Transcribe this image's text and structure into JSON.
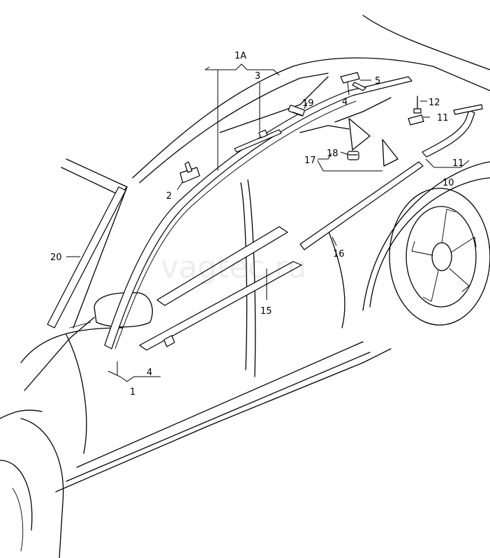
{
  "watermark": "vagtec.ru",
  "labels": {
    "l1a": "1A",
    "l3": "3",
    "l5": "5",
    "l4_top": "4",
    "l19": "19",
    "l12": "12",
    "l11_top": "11",
    "l11_right": "11",
    "l10": "10",
    "l18": "18",
    "l17": "17",
    "l2": "2",
    "l16": "16",
    "l20": "20",
    "l15": "15",
    "l4_bottom": "4",
    "l1": "1"
  }
}
